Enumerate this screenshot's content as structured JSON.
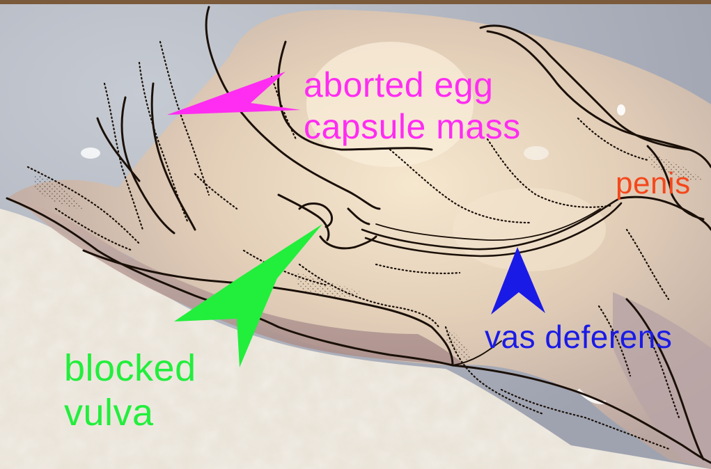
{
  "labels": {
    "egg_line1": "aborted egg",
    "egg_line2": "capsule mass",
    "penis": "penis",
    "vas": "vas deferens",
    "vulva_line1": "blocked",
    "vulva_line2": "vulva"
  },
  "colors": {
    "magenta": "#ff2cf2",
    "orange": "#f5471c",
    "blue": "#1a1ae6",
    "green": "#22ee3c",
    "ink": "#1a1008",
    "tissue": "#d8c6b4",
    "background": "#b7bcc7",
    "paper": "#e8e2d6"
  }
}
